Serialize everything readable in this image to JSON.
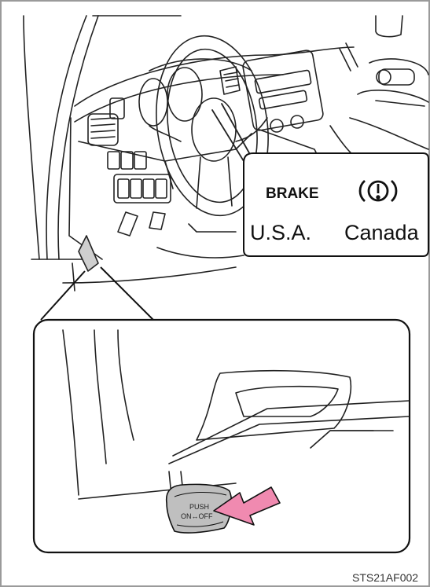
{
  "callout": {
    "brake_label": "BRAKE",
    "warning_icon": "brake-warning-icon",
    "region_usa": "U.S.A.",
    "region_canada": "Canada"
  },
  "pedal": {
    "line1": "PUSH",
    "line2": "ON↔OFF",
    "arrow_color": "#f08ab0"
  },
  "figure_code": "STS21AF002"
}
